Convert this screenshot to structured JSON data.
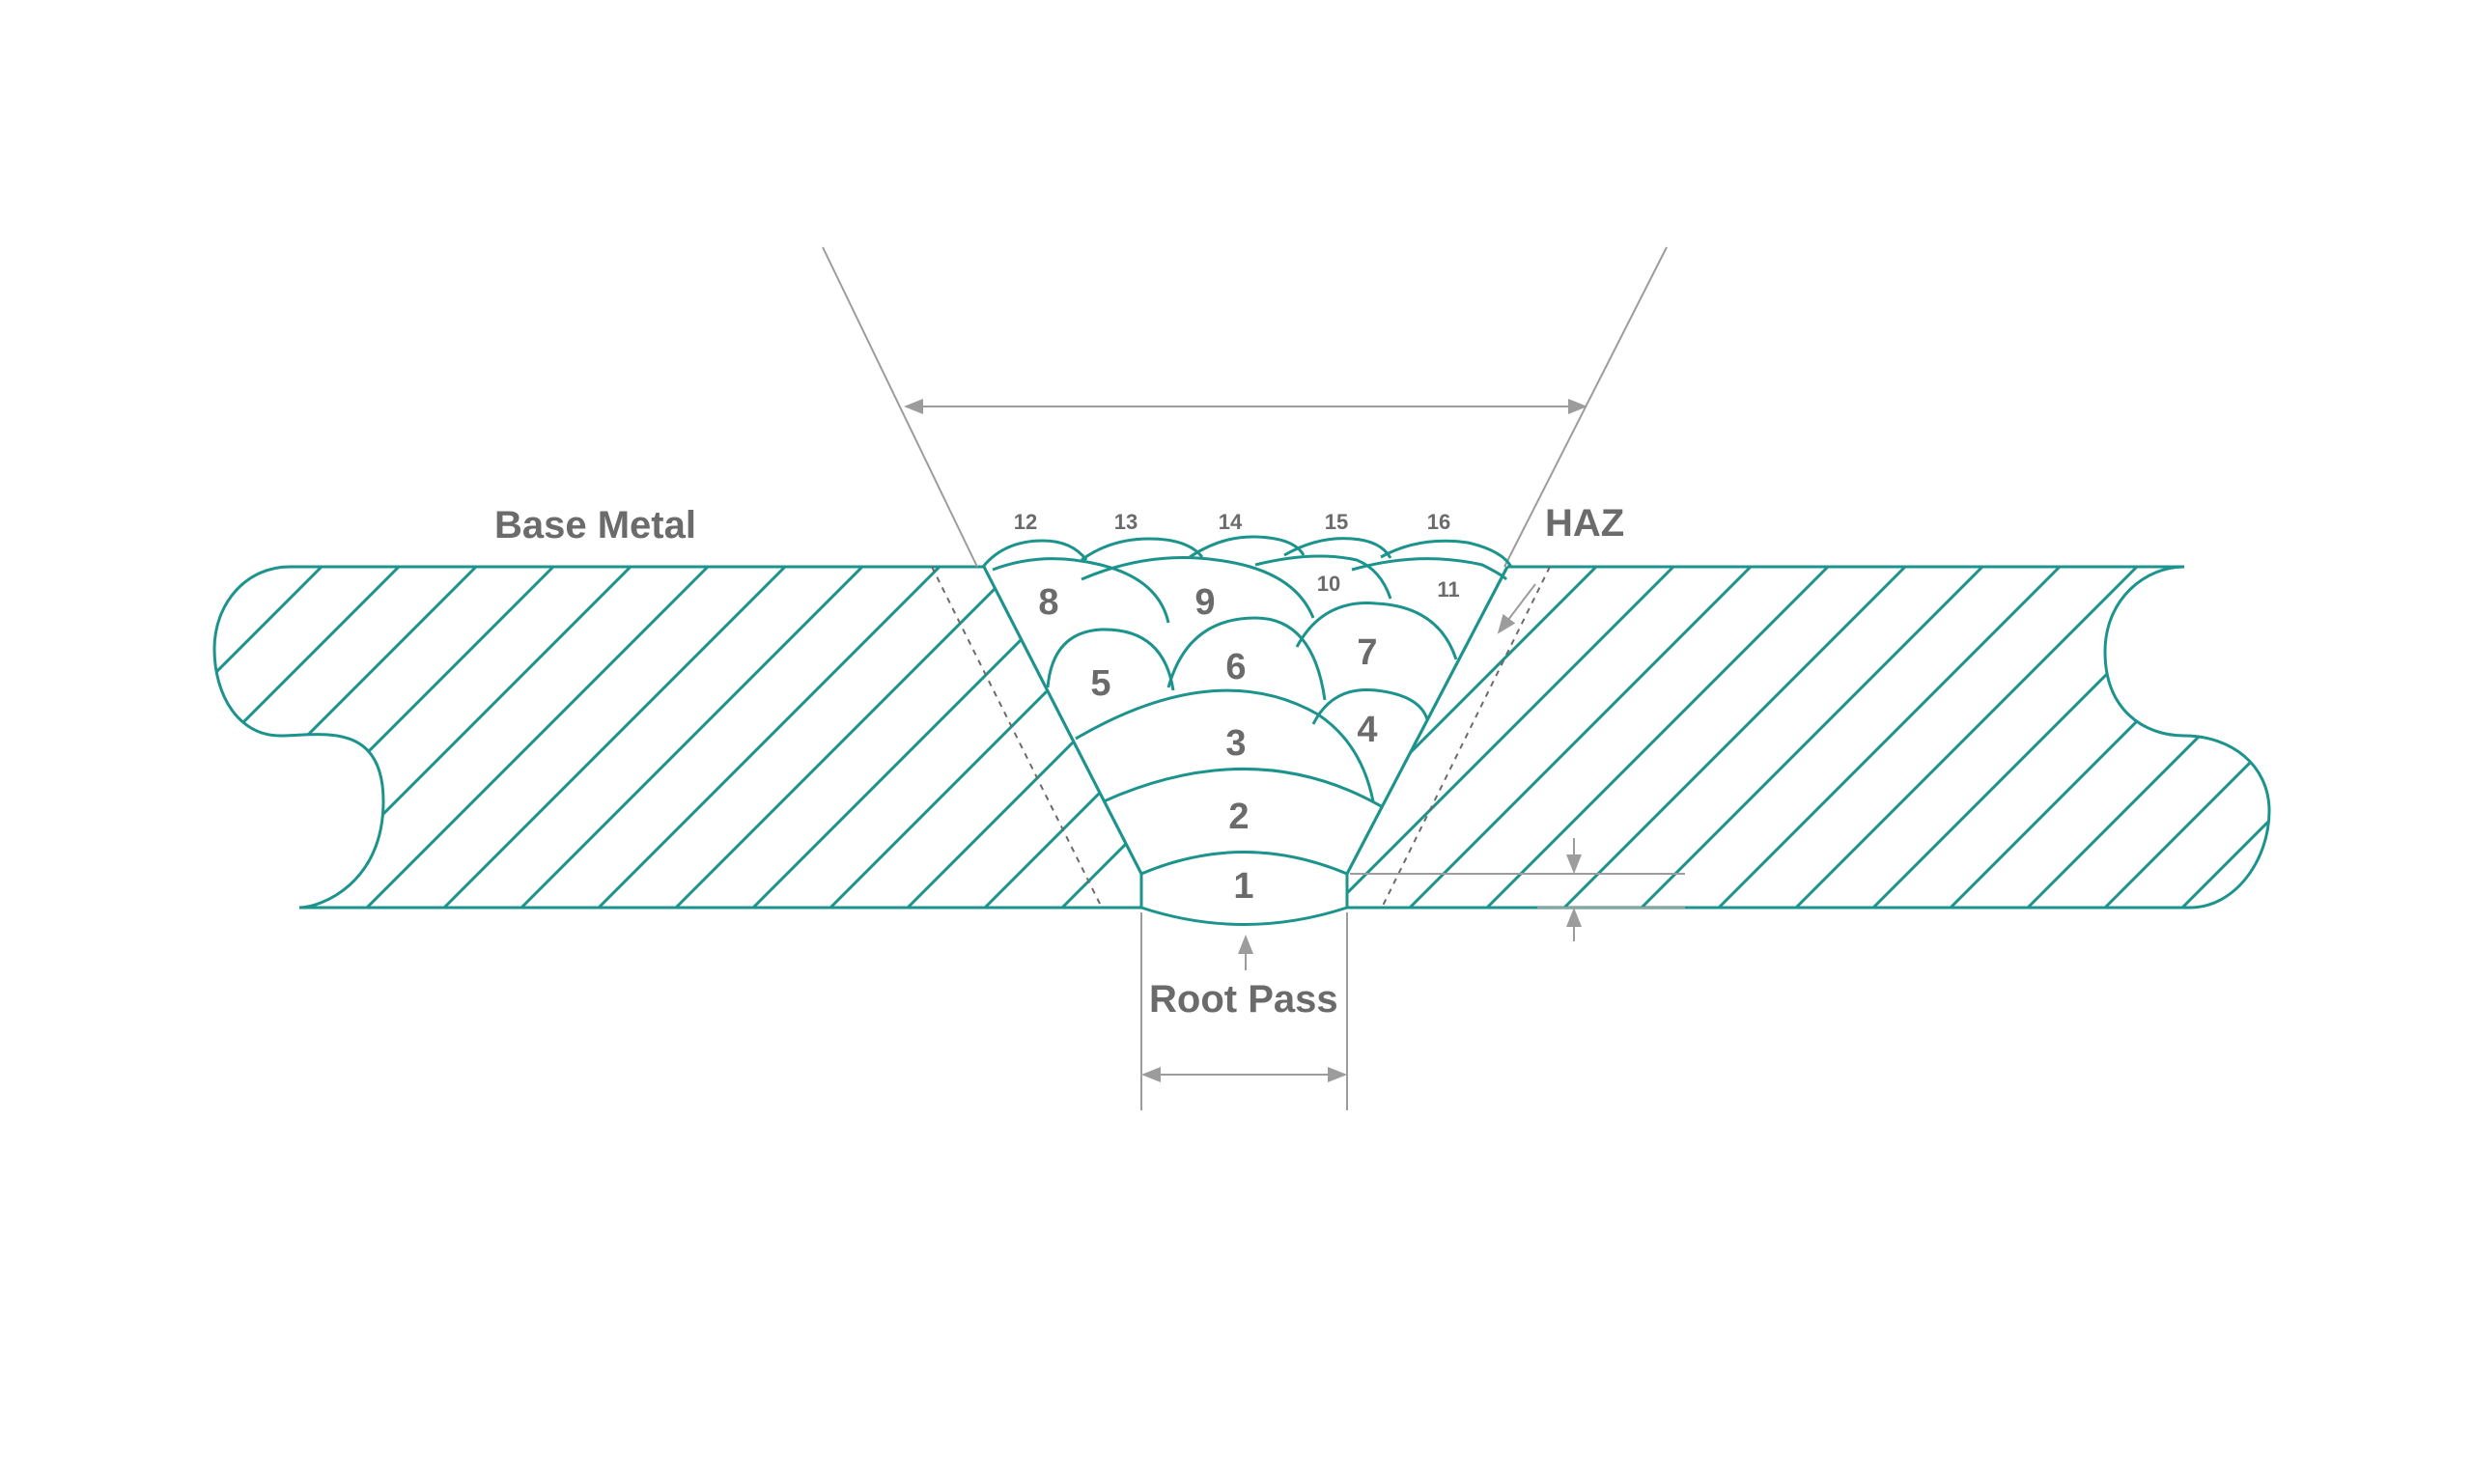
{
  "labels": {
    "base_metal": "Base Metal",
    "haz": "HAZ",
    "root_pass": "Root Pass"
  },
  "passes": [
    "1",
    "2",
    "3",
    "4",
    "5",
    "6",
    "7",
    "8",
    "9",
    "10",
    "11",
    "12",
    "13",
    "14",
    "15",
    "16"
  ],
  "colors": {
    "outline": "#1c938c",
    "text": "#6b6b6b",
    "dimension": "#9c9c9c"
  }
}
